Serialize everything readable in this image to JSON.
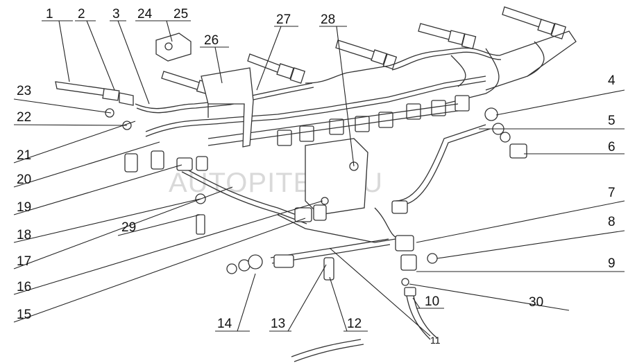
{
  "watermark": "AUTOPITER.RU",
  "callouts": [
    {
      "num": "1"
    },
    {
      "num": "2"
    },
    {
      "num": "3"
    },
    {
      "num": "24"
    },
    {
      "num": "25"
    },
    {
      "num": "26"
    },
    {
      "num": "27"
    },
    {
      "num": "28"
    },
    {
      "num": "23"
    },
    {
      "num": "22"
    },
    {
      "num": "21"
    },
    {
      "num": "20"
    },
    {
      "num": "19"
    },
    {
      "num": "18"
    },
    {
      "num": "17"
    },
    {
      "num": "16"
    },
    {
      "num": "15"
    },
    {
      "num": "29"
    },
    {
      "num": "14"
    },
    {
      "num": "13"
    },
    {
      "num": "12"
    },
    {
      "num": "10"
    },
    {
      "num": "11"
    },
    {
      "num": "30"
    },
    {
      "num": "9"
    },
    {
      "num": "8"
    },
    {
      "num": "7"
    },
    {
      "num": "6"
    },
    {
      "num": "5"
    },
    {
      "num": "4"
    }
  ]
}
